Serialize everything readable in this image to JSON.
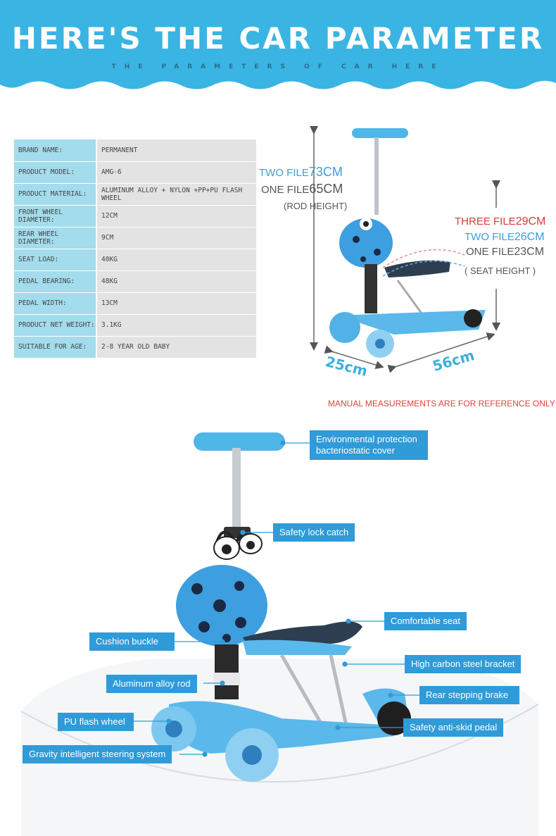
{
  "header": {
    "title": "HERE'S THE CAR PARAMETER",
    "subtitle": "THE PARAMETERS OF CAR HERE"
  },
  "specs": [
    {
      "key": "BRAND NAME:",
      "value": "PERMANENT"
    },
    {
      "key": "PRODUCT MODEL:",
      "value": "AMG-6"
    },
    {
      "key": "PRODUCT MATERIAL:",
      "value": "ALUMINUM ALLOY + NYLON +PP+PU FLASH WHEEL"
    },
    {
      "key": "FRONT WHEEL DIAMETER:",
      "value": "12CM"
    },
    {
      "key": "REAR WHEEL DIAMETER:",
      "value": "9CM"
    },
    {
      "key": "SEAT LOAD:",
      "value": "40KG"
    },
    {
      "key": "PEDAL BEARING:",
      "value": "48KG"
    },
    {
      "key": "PEDAL WIDTH:",
      "value": "13CM"
    },
    {
      "key": "PRODUCT NET WEIGHT:",
      "value": "3.1KG"
    },
    {
      "key": "SUITABLE FOR AGE:",
      "value": "2-8 YEAR OLD BABY"
    }
  ],
  "rod": {
    "two_label": "TWO FILE",
    "two_value": "73CM",
    "one_label": "ONE FILE",
    "one_value": "65CM",
    "caption": "(ROD HEIGHT)"
  },
  "seat": {
    "three_label": "THREE FILE",
    "three_value": "29CM",
    "two_label": "TWO FILE",
    "two_value": "26CM",
    "one_label": "ONE FILE",
    "one_value": "23CM",
    "caption": "( SEAT HEIGHT )"
  },
  "dims": {
    "width": "25cm",
    "length": "56cm"
  },
  "note": "MANUAL MEASUREMENTS ARE FOR REFERENCE ONLY",
  "callouts": {
    "cover": "Environmental protection\nbacteriostatic cover",
    "lock": "Safety lock catch",
    "seat": "Comfortable seat",
    "buckle": "Cushion buckle",
    "bracket": "High carbon steel bracket",
    "rod": "Aluminum alloy rod",
    "brake": "Rear stepping brake",
    "wheel": "PU flash wheel",
    "pedal": "Safety anti-skid pedal",
    "steering": "Gravity intelligent steering system"
  },
  "colors": {
    "brand_blue": "#2f9bd8",
    "header_blue": "#3ab4e2",
    "table_key": "#a3dcec",
    "table_value": "#e3e3e3",
    "note_red": "#d9453a"
  }
}
